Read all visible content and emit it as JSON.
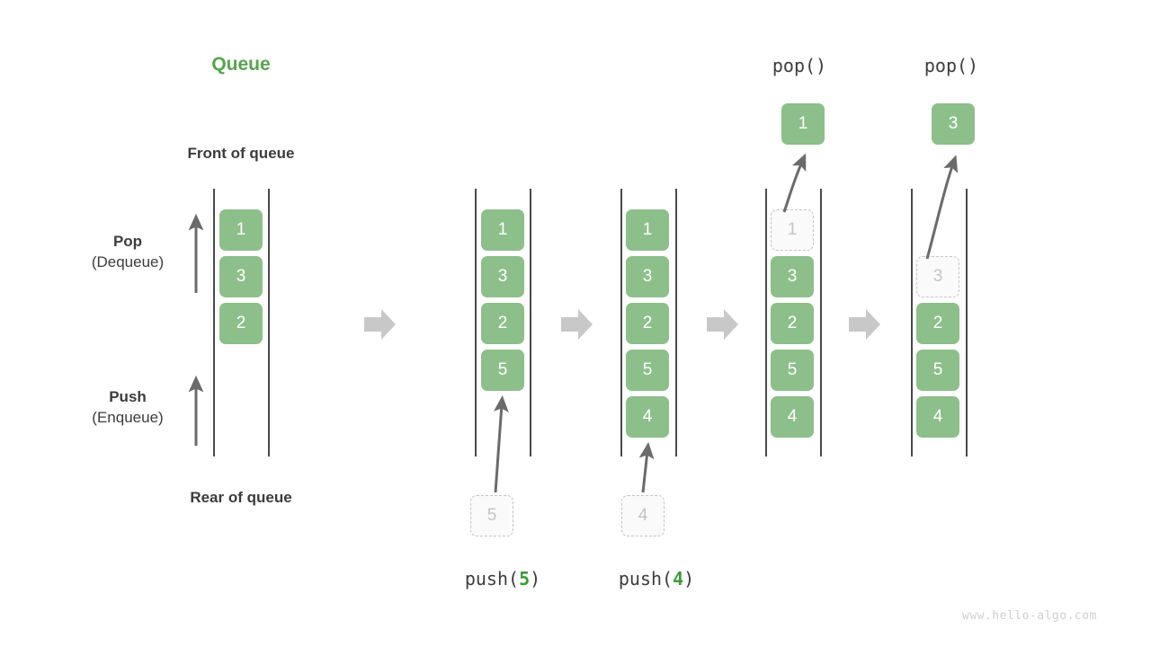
{
  "title": "Queue",
  "labels": {
    "front": "Front of queue",
    "rear": "Rear of queue",
    "pop_strong": "Pop",
    "pop_sub": "(Dequeue)",
    "push_strong": "Push",
    "push_sub": "(Enqueue)"
  },
  "watermark": "www.hello-algo.com",
  "colors": {
    "accent_green": "#5aa34f",
    "cell_green": "#8DBF8A",
    "ghost_gray": "#c4c4c4",
    "arrow_gray": "#6b6b6b",
    "step_arrow_gray": "#c8c8c8",
    "text_dark": "#3c3c3c"
  },
  "operations": {
    "push5": {
      "prefix": "push(",
      "value": "5",
      "suffix": ")"
    },
    "push4": {
      "prefix": "push(",
      "value": "4",
      "suffix": ")"
    },
    "pop1": "pop()",
    "pop2": "pop()"
  },
  "stages": [
    {
      "name": "initial",
      "cells": [
        {
          "value": "1",
          "state": "filled"
        },
        {
          "value": "3",
          "state": "filled"
        },
        {
          "value": "2",
          "state": "filled"
        }
      ],
      "incoming": null,
      "outgoing": null
    },
    {
      "name": "after-push-5",
      "cells": [
        {
          "value": "1",
          "state": "filled"
        },
        {
          "value": "3",
          "state": "filled"
        },
        {
          "value": "2",
          "state": "filled"
        },
        {
          "value": "5",
          "state": "filled"
        }
      ],
      "incoming": {
        "value": "5",
        "state": "ghost"
      },
      "outgoing": null
    },
    {
      "name": "after-push-4",
      "cells": [
        {
          "value": "1",
          "state": "filled"
        },
        {
          "value": "3",
          "state": "filled"
        },
        {
          "value": "2",
          "state": "filled"
        },
        {
          "value": "5",
          "state": "filled"
        },
        {
          "value": "4",
          "state": "filled"
        }
      ],
      "incoming": {
        "value": "4",
        "state": "ghost"
      },
      "outgoing": null
    },
    {
      "name": "after-pop-1",
      "cells": [
        {
          "value": "1",
          "state": "ghost"
        },
        {
          "value": "3",
          "state": "filled"
        },
        {
          "value": "2",
          "state": "filled"
        },
        {
          "value": "5",
          "state": "filled"
        },
        {
          "value": "4",
          "state": "filled"
        }
      ],
      "incoming": null,
      "outgoing": {
        "value": "1",
        "state": "filled"
      }
    },
    {
      "name": "after-pop-3",
      "cells": [
        {
          "value": "3",
          "state": "ghost"
        },
        {
          "value": "2",
          "state": "filled"
        },
        {
          "value": "5",
          "state": "filled"
        },
        {
          "value": "4",
          "state": "filled"
        }
      ],
      "incoming": null,
      "outgoing": {
        "value": "3",
        "state": "filled"
      }
    }
  ]
}
